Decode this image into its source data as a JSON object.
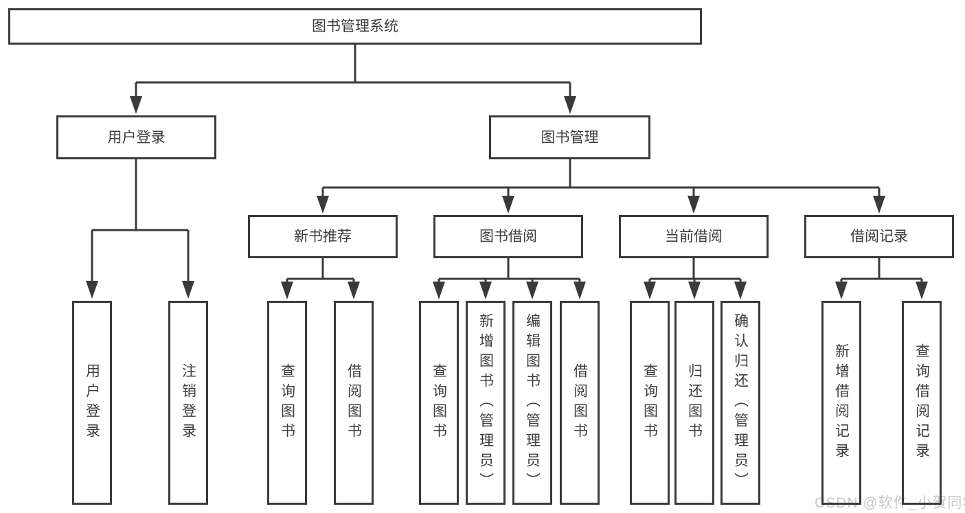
{
  "diagram": {
    "root": "图书管理系统",
    "branches": [
      {
        "label": "用户登录",
        "children": [
          "用户登录",
          "注销登录"
        ]
      },
      {
        "label": "图书管理",
        "modules": [
          {
            "label": "新书推荐",
            "children": [
              "查询图书",
              "借阅图书"
            ]
          },
          {
            "label": "图书借阅",
            "children": [
              "查询图书",
              "新增图书（管理员）",
              "编辑图书（管理员）",
              "借阅图书"
            ]
          },
          {
            "label": "当前借阅",
            "children": [
              "查询图书",
              "归还图书",
              "确认归还（管理员）"
            ]
          },
          {
            "label": "借阅记录",
            "children": [
              "新增借阅记录",
              "查询借阅记录"
            ]
          }
        ]
      }
    ]
  },
  "watermark": {
    "text": "CSDN @软件_小贺同学"
  },
  "colors": {
    "line": "#3a3a3a",
    "text": "#3d3d3d",
    "watermark": "#c7c7c7",
    "background": "#ffffff"
  }
}
